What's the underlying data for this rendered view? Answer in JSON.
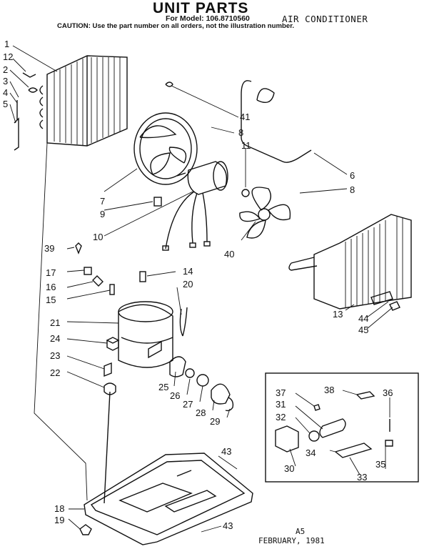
{
  "header": {
    "title": "UNIT PARTS",
    "model": "For Model: 106.8710560",
    "appliance": "AIR CONDITIONER",
    "caution": "CAUTION: Use the part number on all orders, not the illustration number."
  },
  "footer": {
    "page": "A5",
    "date": "FEBRUARY, 1981"
  },
  "callouts": [
    "1",
    "12",
    "2",
    "3",
    "4",
    "5",
    "41",
    "8",
    "11",
    "6",
    "7",
    "9",
    "8",
    "10",
    "40",
    "39",
    "17",
    "16",
    "15",
    "14",
    "20",
    "21",
    "24",
    "23",
    "22",
    "25",
    "26",
    "27",
    "28",
    "29",
    "13",
    "44",
    "45",
    "37",
    "38",
    "36",
    "31",
    "32",
    "34",
    "35",
    "30",
    "33",
    "43",
    "18",
    "19",
    "43"
  ]
}
